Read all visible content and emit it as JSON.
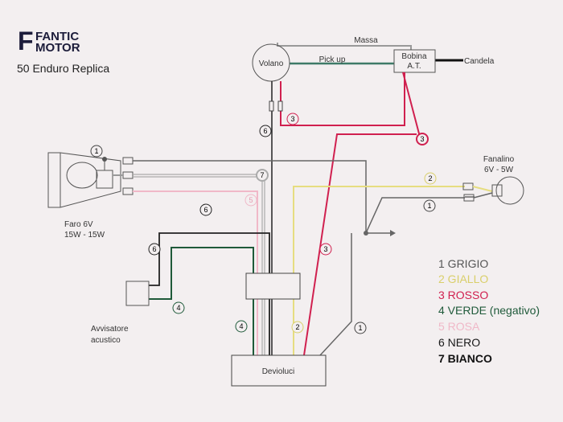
{
  "brand": {
    "logo_top": "FANTIC",
    "logo_bottom": "MOTOR",
    "model": "50 Enduro Replica"
  },
  "components": {
    "volano": "Volano",
    "bobina_line1": "Bobina",
    "bobina_line2": "A.T.",
    "candela": "Candela",
    "massa": "Massa",
    "pickup": "Pick up",
    "faro_line1": "Faro 6V",
    "faro_line2": "15W - 15W",
    "fanalino_line1": "Fanalino",
    "fanalino_line2": "6V - 5W",
    "avvisatore_line1": "Avvisatore",
    "avvisatore_line2": "acustico",
    "devioluci": "Devioluci"
  },
  "wire_numbers": {
    "n1": "1",
    "n2": "2",
    "n3": "3",
    "n4": "4",
    "n5": "5",
    "n6": "6",
    "n7": "7"
  },
  "legend": [
    {
      "label": "1 GRIGIO",
      "color": "#555555"
    },
    {
      "label": "2 GIALLO",
      "color": "#d9cf6a"
    },
    {
      "label": "3 ROSSO",
      "color": "#d0204f"
    },
    {
      "label": "4 VERDE (negativo)",
      "color": "#1f5a3a"
    },
    {
      "label": "5 ROSA",
      "color": "#f0b8c8"
    },
    {
      "label": "6 NERO",
      "color": "#1a1a1a"
    },
    {
      "label": "7 BIANCO",
      "color": "#111111"
    }
  ]
}
